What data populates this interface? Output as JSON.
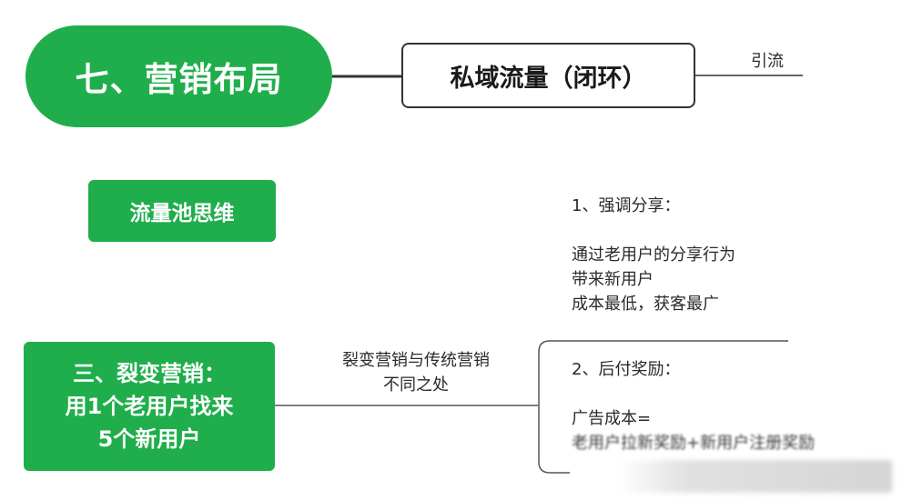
{
  "root": {
    "title": "七、营销布局"
  },
  "private_traffic": {
    "title": "私域流量（闭环）",
    "branch_label": "引流"
  },
  "traffic_pool": {
    "title": "流量池思维"
  },
  "fission": {
    "lines": [
      "三、裂变营销：",
      "用1个老用户找来",
      "5个新用户"
    ],
    "branch_label_lines": [
      "裂变营销与传统营销",
      "不同之处"
    ]
  },
  "points": [
    {
      "heading": "1、强调分享：",
      "lines": [
        "通过老用户的分享行为",
        "带来新用户",
        "成本最低，获客最广"
      ]
    },
    {
      "heading": "2、后付奖励：",
      "lines": [
        "广告成本=",
        "老用户拉新奖励+新用户注册奖励"
      ]
    }
  ],
  "colors": {
    "accent_green": "#1fae4b",
    "line": "#333333"
  }
}
